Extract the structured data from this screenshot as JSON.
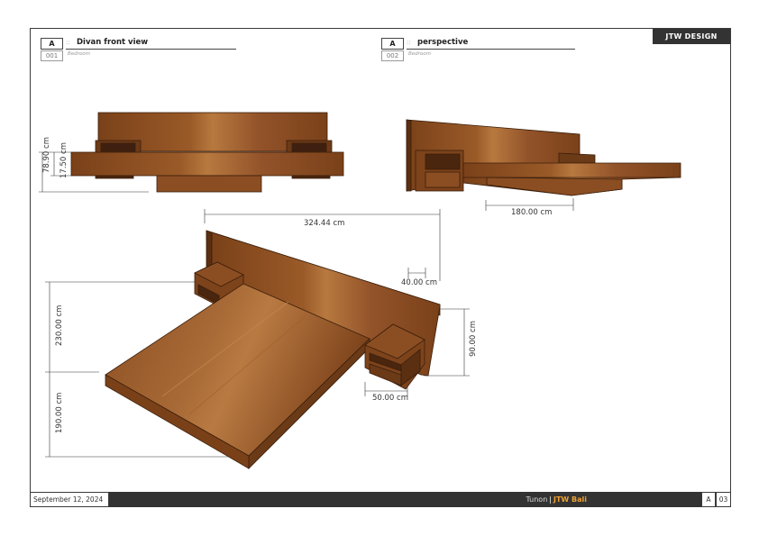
{
  "brand": "JTW DESIGN",
  "views": [
    {
      "letter": "A",
      "number": "001",
      "title": "Divan front view",
      "subtitle": "Bedroom"
    },
    {
      "letter": "A",
      "number": "002",
      "title": "perspective",
      "subtitle": "Bedroom"
    }
  ],
  "separator": "::",
  "dimensions": {
    "total_height": "78.90 cm",
    "base_height": "17.50 cm",
    "width_top": "324.44 cm",
    "bed_width": "180.00 cm",
    "table_width": "40.00 cm",
    "headboard_height": "90.00 cm",
    "table_depth": "50.00 cm",
    "length_a": "230.00 cm",
    "length_b": "190.00 cm"
  },
  "footer": {
    "date": "September 12, 2024",
    "location": "Tunon",
    "divider": "|",
    "project": "JTW Bali",
    "sheet_letter": "A",
    "page": "03"
  },
  "colors": {
    "wood_dark": "#6b3a17",
    "wood_mid": "#8b4e22",
    "wood_light": "#a86a36",
    "brand_bg": "#333333",
    "project_accent": "#f0a030"
  }
}
